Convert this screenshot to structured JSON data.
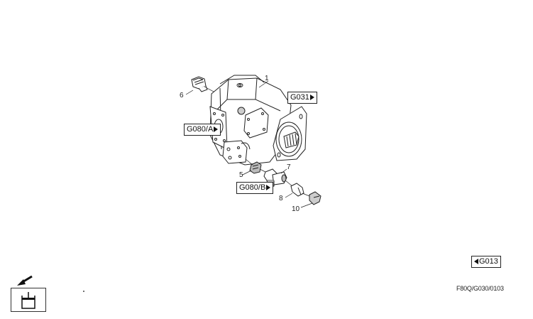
{
  "diagram": {
    "type": "exploded parts view - hydraulic pump assembly",
    "callouts": [
      {
        "id": "1",
        "label": "1"
      },
      {
        "id": "5",
        "label": "5"
      },
      {
        "id": "6",
        "label": "6"
      },
      {
        "id": "7",
        "label": "7"
      },
      {
        "id": "8",
        "label": "8"
      },
      {
        "id": "10",
        "label": "10"
      }
    ],
    "references": {
      "g031": "G031",
      "g080a": "G080/A",
      "g080b": "G080/B",
      "g013": "G013"
    },
    "document_code": "F80Q/G030/0103",
    "icons": {
      "pump_symbol": "hydraulic-cylinder-icon",
      "arrow": "arrow-down-left-icon"
    }
  }
}
